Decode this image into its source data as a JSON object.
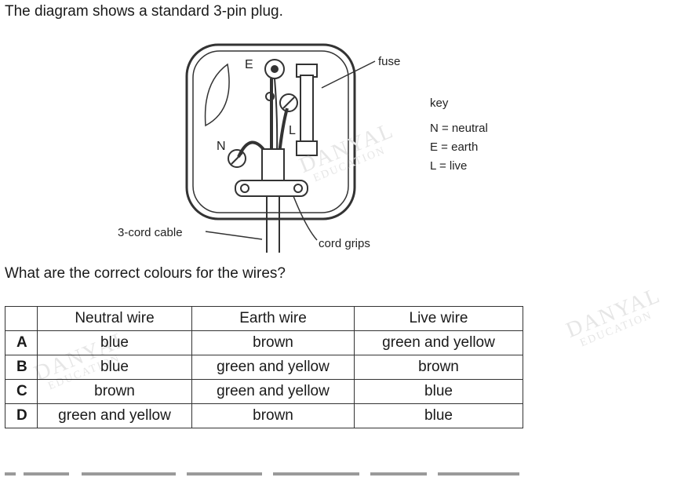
{
  "intro": "The diagram shows a standard 3-pin plug.",
  "diagram": {
    "labels": {
      "E": "E",
      "N": "N",
      "L": "L",
      "fuse": "fuse",
      "cable": "3-cord cable",
      "grips": "cord grips"
    },
    "key": {
      "title": "key",
      "n": "N = neutral",
      "e": "E = earth",
      "l": "L = live"
    },
    "watermark": {
      "line1": "DANYAL",
      "line2": "EDUCATION"
    }
  },
  "question": "What are the correct colours for the wires?",
  "table": {
    "headers": [
      "",
      "Neutral wire",
      "Earth wire",
      "Live wire"
    ],
    "rows": [
      {
        "option": "A",
        "neutral": "blue",
        "earth": "brown",
        "live": "green and yellow"
      },
      {
        "option": "B",
        "neutral": "blue",
        "earth": "green and yellow",
        "live": "brown"
      },
      {
        "option": "C",
        "neutral": "brown",
        "earth": "green and yellow",
        "live": "blue"
      },
      {
        "option": "D",
        "neutral": "green and yellow",
        "earth": "brown",
        "live": "blue"
      }
    ]
  }
}
